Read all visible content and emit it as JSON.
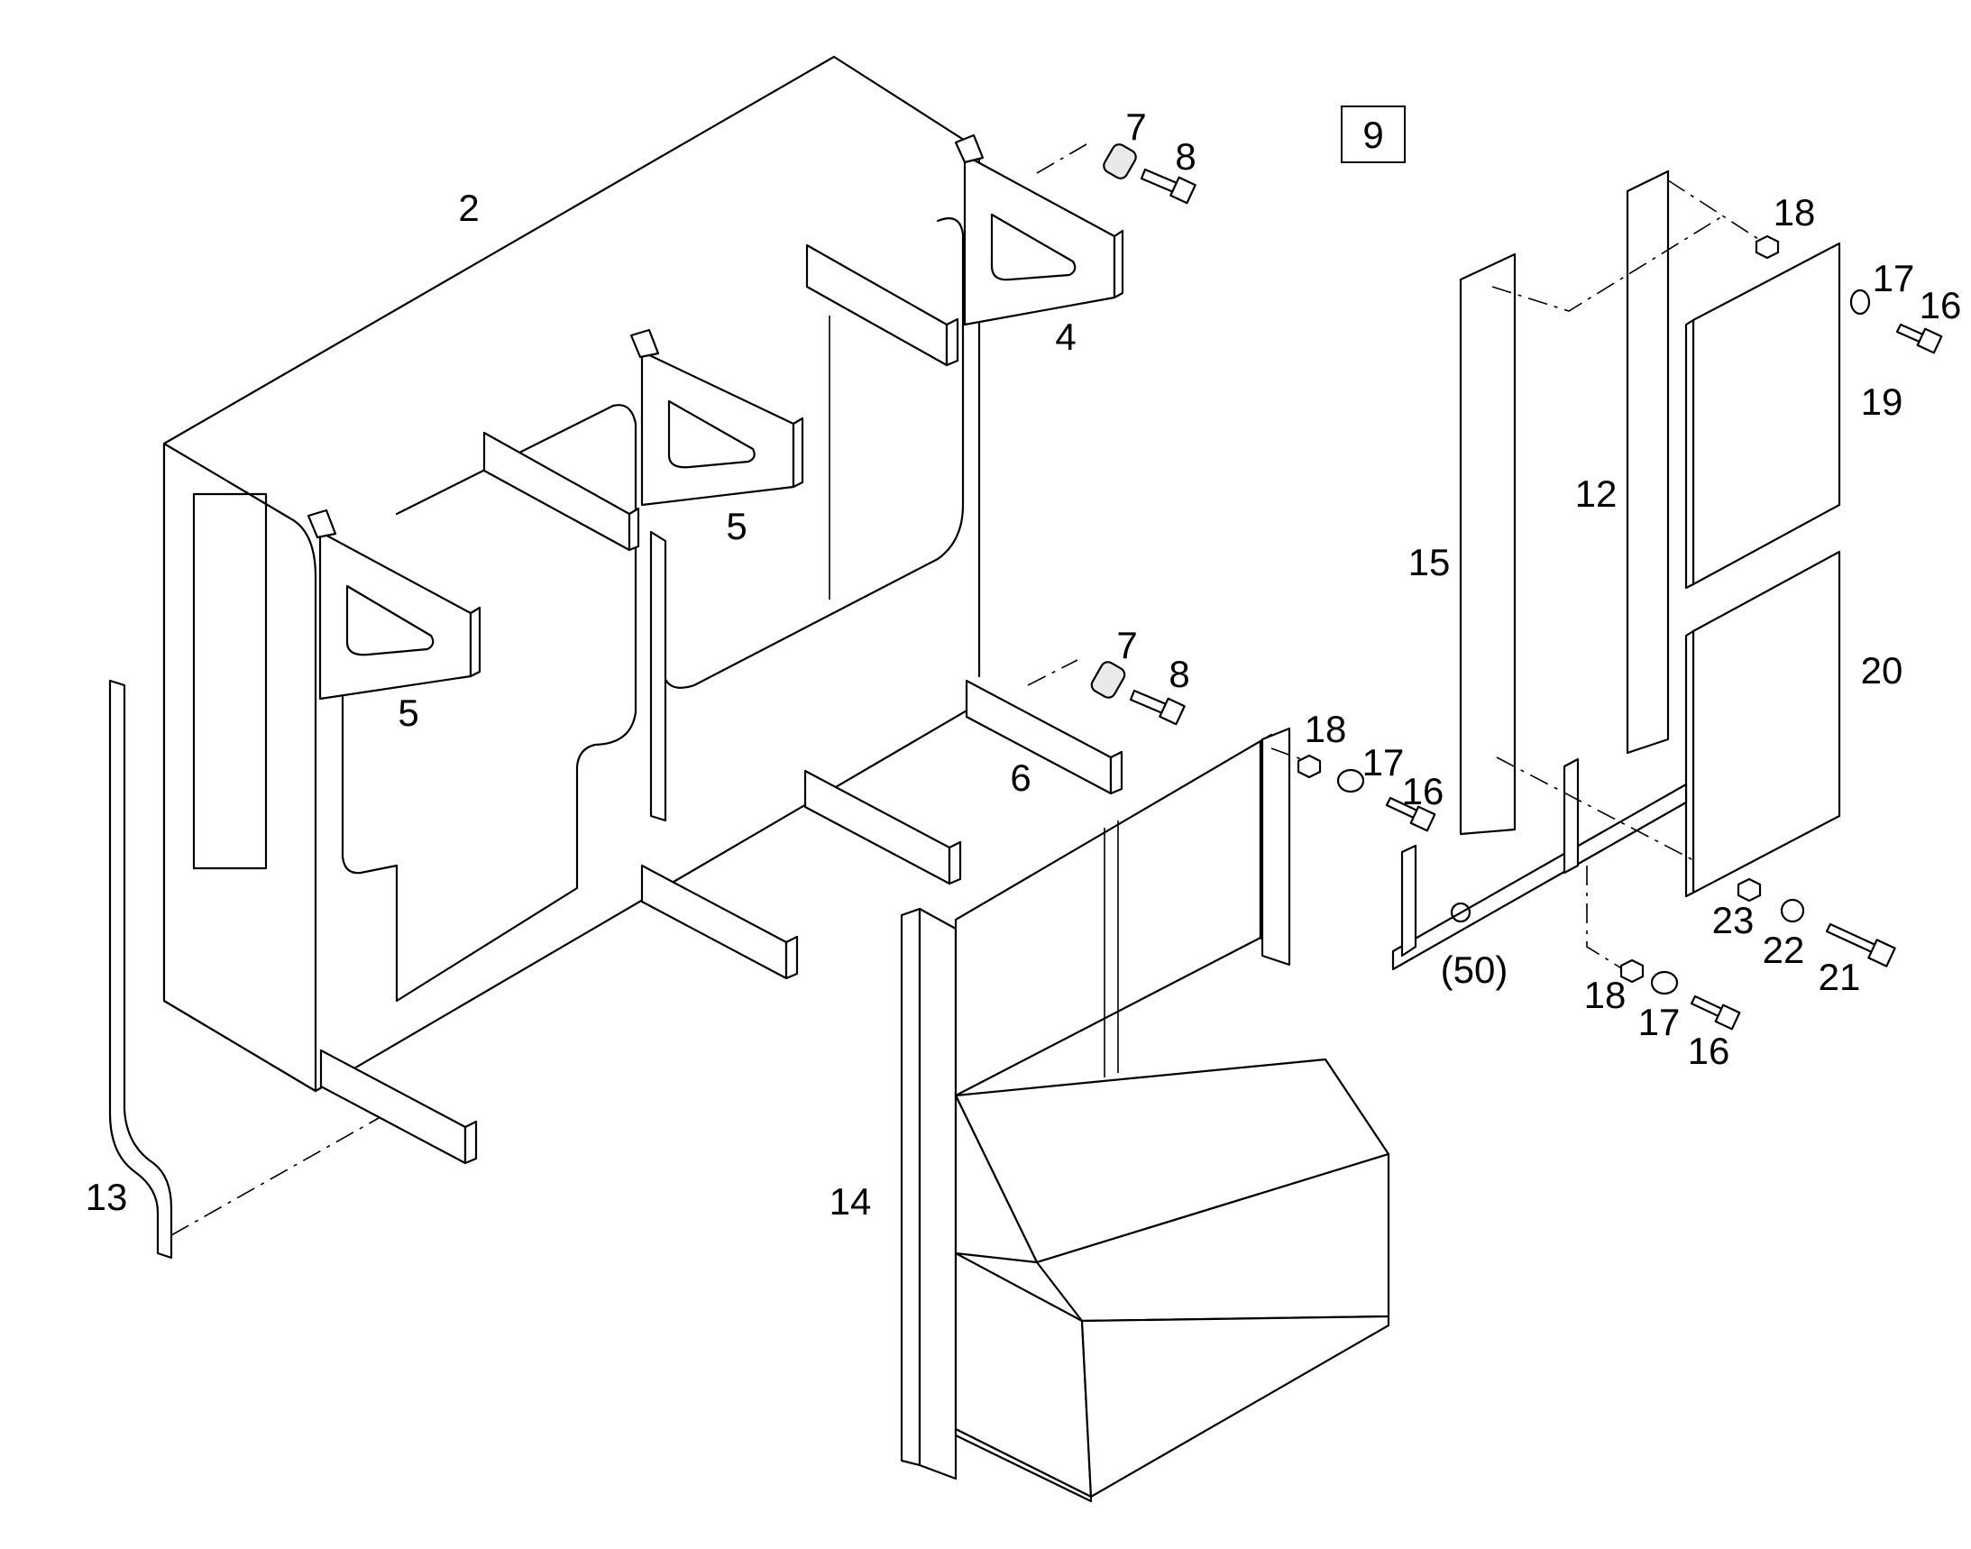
{
  "figure_box_label": "9",
  "callouts": [
    {
      "id": "c2",
      "text": "2"
    },
    {
      "id": "c4",
      "text": "4"
    },
    {
      "id": "c5a",
      "text": "5"
    },
    {
      "id": "c5b",
      "text": "5"
    },
    {
      "id": "c6",
      "text": "6"
    },
    {
      "id": "c7a",
      "text": "7"
    },
    {
      "id": "c8a",
      "text": "8"
    },
    {
      "id": "c7b",
      "text": "7"
    },
    {
      "id": "c8b",
      "text": "8"
    },
    {
      "id": "c12",
      "text": "12"
    },
    {
      "id": "c13",
      "text": "13"
    },
    {
      "id": "c14",
      "text": "14"
    },
    {
      "id": "c15",
      "text": "15"
    },
    {
      "id": "c16a",
      "text": "16"
    },
    {
      "id": "c17a",
      "text": "17"
    },
    {
      "id": "c18a",
      "text": "18"
    },
    {
      "id": "c19",
      "text": "19"
    },
    {
      "id": "c20",
      "text": "20"
    },
    {
      "id": "c18b",
      "text": "18"
    },
    {
      "id": "c17b",
      "text": "17"
    },
    {
      "id": "c16b",
      "text": "16"
    },
    {
      "id": "c18c",
      "text": "18"
    },
    {
      "id": "c17c",
      "text": "17"
    },
    {
      "id": "c16c",
      "text": "16"
    },
    {
      "id": "c23",
      "text": "23"
    },
    {
      "id": "c22",
      "text": "22"
    },
    {
      "id": "c21",
      "text": "21"
    },
    {
      "id": "c50",
      "text": "(50)"
    }
  ]
}
